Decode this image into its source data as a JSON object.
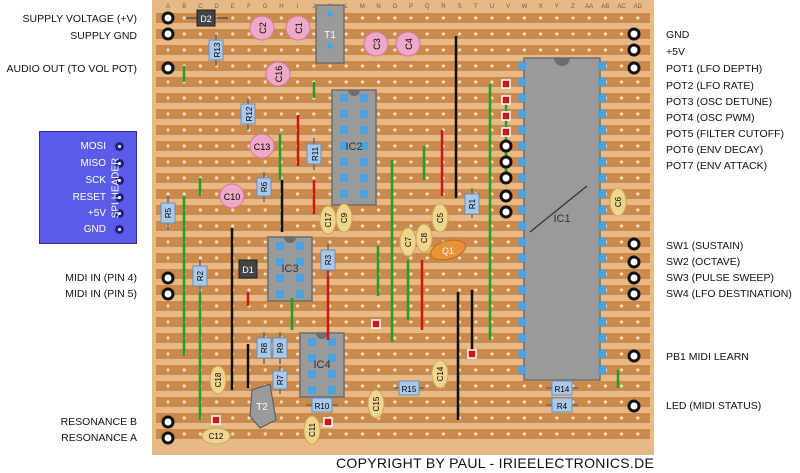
{
  "left_labels": [
    {
      "id": "supply-voltage",
      "text": "SUPPLY VOLTAGE (+V)"
    },
    {
      "id": "supply-gnd",
      "text": "SUPPLY GND"
    },
    {
      "id": "audio-out",
      "text": "AUDIO OUT (TO VOL POT)"
    },
    {
      "id": "midi-in-4",
      "text": "MIDI IN (PIN 4)"
    },
    {
      "id": "midi-in-5",
      "text": "MIDI IN (PIN 5)"
    },
    {
      "id": "resonance-b",
      "text": "RESONANCE B"
    },
    {
      "id": "resonance-a",
      "text": "RESONANCE A"
    }
  ],
  "right_labels": [
    {
      "id": "gnd",
      "text": "GND"
    },
    {
      "id": "plus5v",
      "text": "+5V"
    },
    {
      "id": "pot1",
      "text": "POT1 (LFO DEPTH)"
    },
    {
      "id": "pot2",
      "text": "POT2 (LFO RATE)"
    },
    {
      "id": "pot3",
      "text": "POT3 (OSC DETUNE)"
    },
    {
      "id": "pot4",
      "text": "POT4 (OSC PWM)"
    },
    {
      "id": "pot5",
      "text": "POT5 (FILTER CUTOFF)"
    },
    {
      "id": "pot6",
      "text": "POT6 (ENV DECAY)"
    },
    {
      "id": "pot7",
      "text": "POT7 (ENV ATTACK)"
    },
    {
      "id": "sw1",
      "text": "SW1 (SUSTAIN)"
    },
    {
      "id": "sw2",
      "text": "SW2 (OCTAVE)"
    },
    {
      "id": "sw3",
      "text": "SW3 (PULSE SWEEP)"
    },
    {
      "id": "sw4",
      "text": "SW4 (LFO DESTINATION)"
    },
    {
      "id": "pb1",
      "text": "PB1 MIDI LEARN"
    },
    {
      "id": "led",
      "text": "LED (MIDI STATUS)"
    }
  ],
  "spi_header": {
    "title": "SPI HEADER",
    "pins": [
      "MOSI",
      "MISO",
      "SCK",
      "RESET",
      "+5V",
      "GND"
    ]
  },
  "column_letters": [
    "A",
    "B",
    "C",
    "D",
    "E",
    "F",
    "G",
    "H",
    "I",
    "J",
    "K",
    "L",
    "M",
    "N",
    "O",
    "P",
    "Q",
    "R",
    "S",
    "T",
    "U",
    "V",
    "W",
    "X",
    "Y",
    "Z",
    "AA",
    "AB",
    "AC",
    "AD"
  ],
  "components": {
    "ic1": "IC1",
    "ic2": "IC2",
    "ic3": "IC3",
    "ic4": "IC4",
    "t1": "T1",
    "t2": "T2",
    "q1": "Q1",
    "d1": "D1",
    "d2": "D2",
    "r1": "R1",
    "r2": "R2",
    "r3": "R3",
    "r4": "R4",
    "r5": "R5",
    "r6": "R6",
    "r7": "R7",
    "r8": "R8",
    "r9": "R9",
    "r10": "R10",
    "r11": "R11",
    "r12": "R12",
    "r13": "R13",
    "r14": "R14",
    "r15": "R15",
    "c1": "C1",
    "c2": "C2",
    "c3": "C3",
    "c4": "C4",
    "c5": "C5",
    "c6": "C6",
    "c7": "C7",
    "c8": "C8",
    "c9": "C9",
    "c10": "C10",
    "c11": "C11",
    "c12": "C12",
    "c13": "C13",
    "c14": "C14",
    "c15": "C15",
    "c16": "C16",
    "c17": "C17",
    "c18": "C18"
  },
  "copyright": "COPYRIGHT BY PAUL - IRIEELECTRONICS.DE",
  "colors": {
    "board": "#e6b987",
    "strip": "#c98a4b",
    "ic_body": "#9a9a9a",
    "ic_pin": "#4aa3df",
    "elco": "#f0a8c8",
    "ceramic": "#f1d58e",
    "resistor": "#aac9ea",
    "wire_green": "#20a020",
    "wire_red": "#d01515",
    "wire_black": "#111111",
    "spi_bg": "#5b5bea"
  }
}
